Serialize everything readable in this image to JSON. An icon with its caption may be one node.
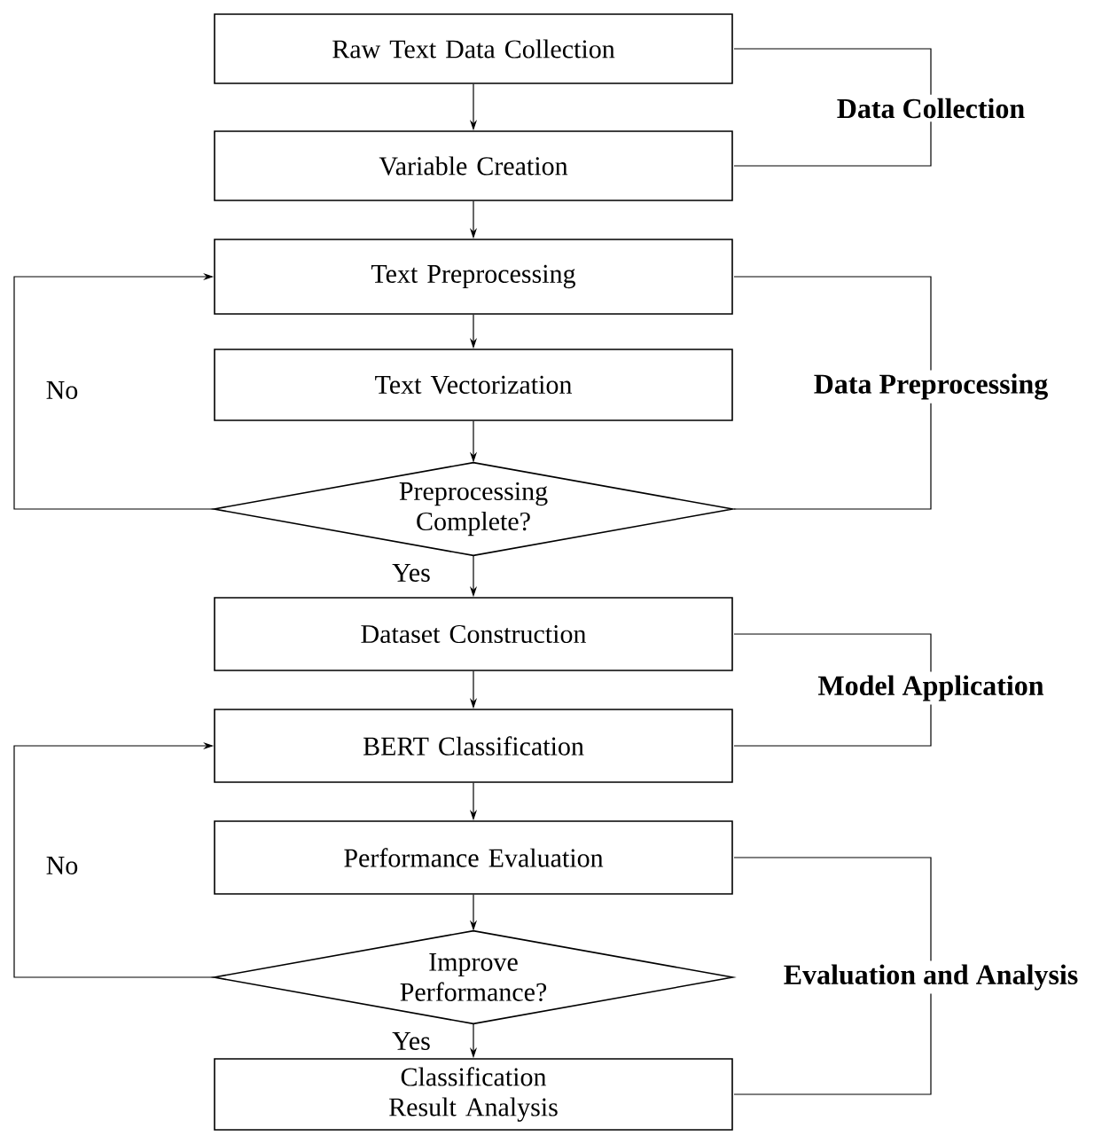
{
  "diagram": {
    "nodes": [
      {
        "text": [
          "Raw Text Data Collection"
        ]
      },
      {
        "text": [
          "Variable Creation"
        ]
      },
      {
        "text": [
          "Text Preprocessing"
        ]
      },
      {
        "text": [
          "Text Vectorization"
        ]
      },
      {
        "text": [
          "Preprocessing Complete?"
        ]
      },
      {
        "text": [
          "Dataset Construction"
        ]
      },
      {
        "text": [
          "BERT Classification"
        ]
      },
      {
        "text": [
          "Performance Evaluation"
        ]
      },
      {
        "text": [
          "Improve Performance?"
        ]
      },
      {
        "text": [
          "Classification Result Analysis"
        ]
      }
    ],
    "edges": [
      {
        "from": 0,
        "to": 1,
        "arrow": "to"
      },
      {
        "from": 1,
        "to": 2,
        "arrow": "to"
      },
      {
        "from": 2,
        "to": 3,
        "arrow": "to"
      },
      {
        "from": 3,
        "to": 4,
        "arrow": "to"
      },
      {
        "from": 4,
        "to": 5,
        "arrow": "to",
        "label": "Yes"
      },
      {
        "from": 4,
        "to": 2,
        "arrow": "to",
        "label": "No"
      },
      {
        "from": 5,
        "to": 6,
        "arrow": "to"
      },
      {
        "from": 6,
        "to": 7,
        "arrow": "to"
      },
      {
        "from": 7,
        "to": 8,
        "arrow": "to"
      },
      {
        "from": 8,
        "to": 9,
        "arrow": "to",
        "label": "Yes"
      },
      {
        "from": 8,
        "to": 6,
        "arrow": "to",
        "label": "No"
      }
    ],
    "labels": [
      "Data Collection",
      "Data Preprocessing",
      "Model Application",
      "Evaluation and Analysis"
    ]
  }
}
